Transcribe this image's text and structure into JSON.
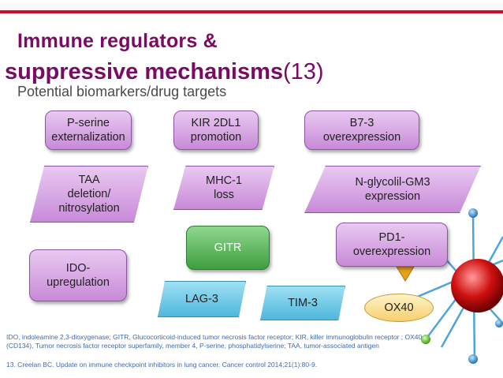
{
  "slide": {
    "title_line1": "Immune regulators &",
    "title_line2": "suppressive mechanisms",
    "title_ref": "(13)",
    "subtitle": "Potential biomarkers/drug targets"
  },
  "boxes": {
    "pserine": "P-serine\nexternalization",
    "kir": "KIR 2DL1\npromotion",
    "b73": "B7-3\noverexpression",
    "taa": "TAA\ndeletion/\nnitrosylation",
    "mhc": "MHC-1\nloss",
    "nglyco": "N-glycolil-GM3\nexpression",
    "gitr": "GITR",
    "pd1": "PD1-\noverexpression",
    "ido": "IDO-\nupregulation",
    "lag3": "LAG-3",
    "tim3": "TIM-3",
    "ox40": "OX40"
  },
  "footnote": "IDO, indoleamine 2,3-dioxygenase; GITR, Glucocorticoid-induced tumor necrosis factor receptor; KIR, killer immunoglobulin receptor ; OX40 (CD134), Tumor necrosis factor receptor superfamily, member 4, P-serine, phosphatidylserine; TAA, tumor-associated antigen",
  "reference": "13. Creelan BC. Update on immune checkpoint inhibitors in lung cancer. Cancer control 2014;21(1):80-9.",
  "colors": {
    "title": "#7a0a64",
    "accent_red": "#c8102e",
    "box_purple": "#c88ad8",
    "footnote_blue": "#3f6ab0"
  }
}
